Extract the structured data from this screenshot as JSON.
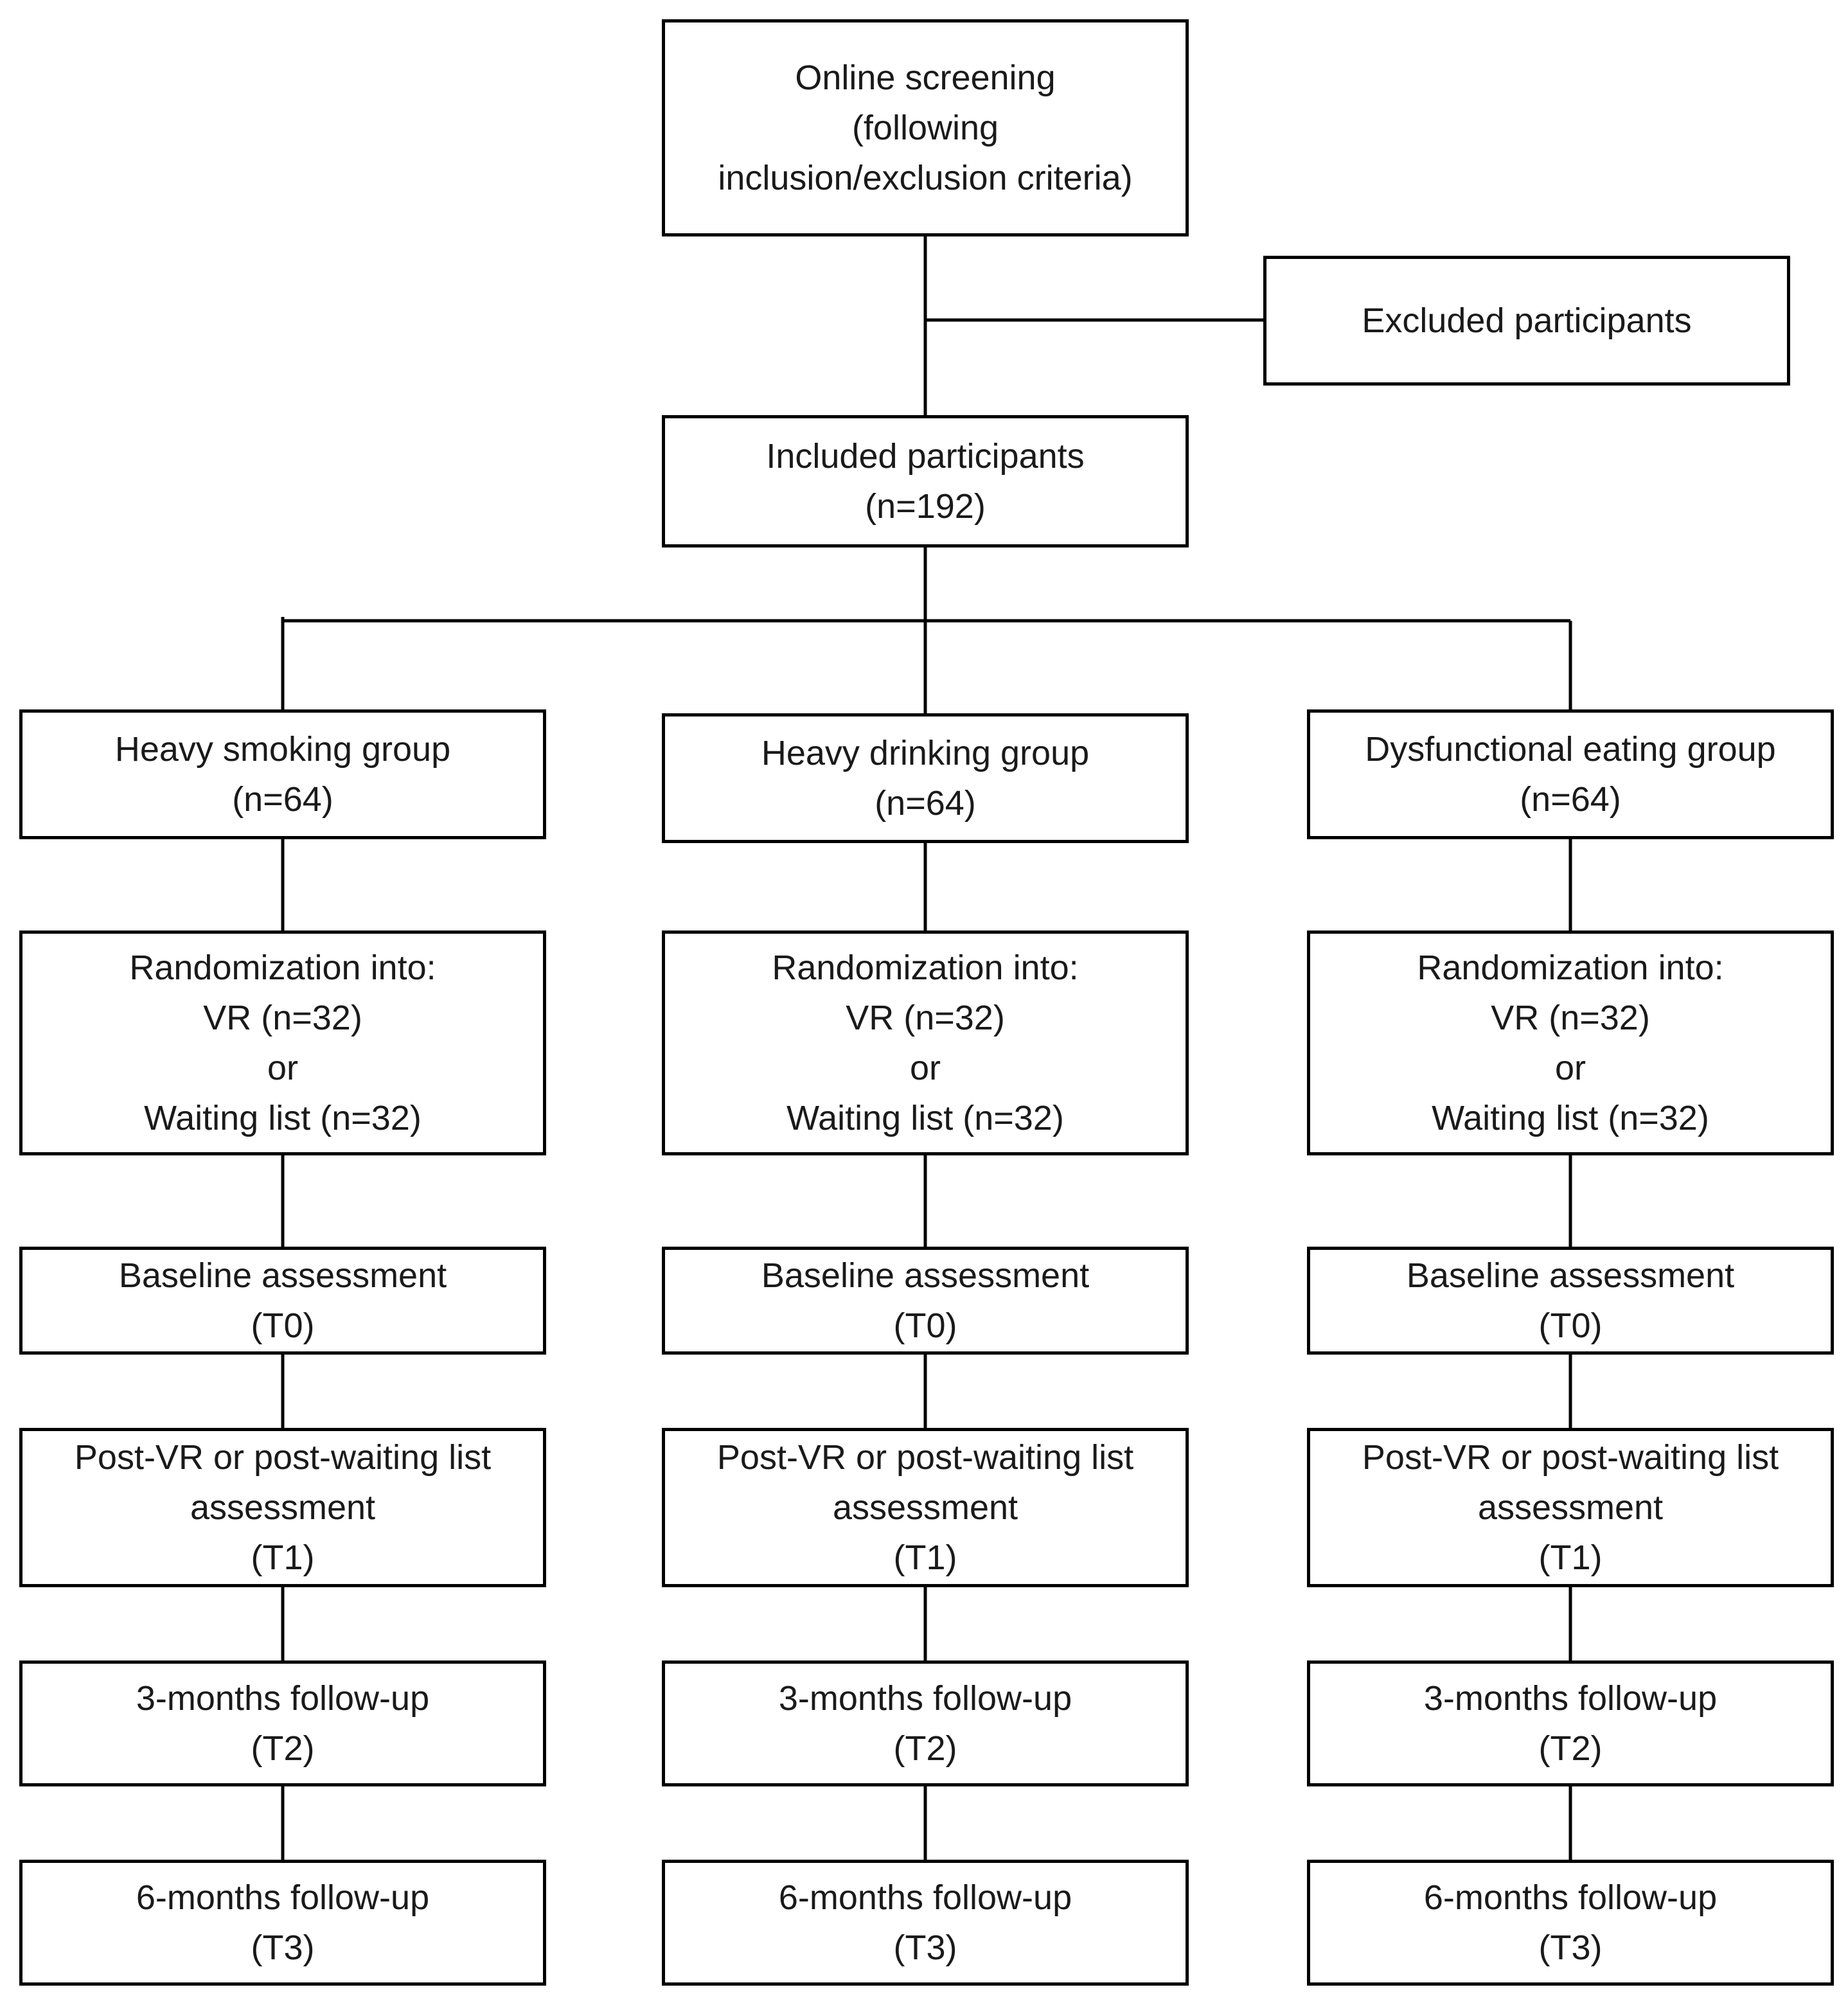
{
  "screening": {
    "lines": [
      "Online screening",
      "(following",
      "inclusion/exclusion criteria)"
    ]
  },
  "excluded": {
    "label": "Excluded participants"
  },
  "included": {
    "title": "Included participants",
    "count": "(n=192)"
  },
  "groups": [
    {
      "name": "Heavy smoking group",
      "count": "(n=64)",
      "randomization": [
        "Randomization into:",
        "VR (n=32)",
        "or",
        "Waiting list (n=32)"
      ],
      "baseline": [
        "Baseline assessment",
        "(T0)"
      ],
      "post": [
        "Post-VR or post-waiting list",
        "assessment",
        "(T1)"
      ],
      "followup3": [
        "3-months follow-up",
        "(T2)"
      ],
      "followup6": [
        "6-months follow-up",
        "(T3)"
      ]
    },
    {
      "name": "Heavy drinking group",
      "count": "(n=64)",
      "randomization": [
        "Randomization into:",
        "VR (n=32)",
        "or",
        "Waiting list (n=32)"
      ],
      "baseline": [
        "Baseline assessment",
        "(T0)"
      ],
      "post": [
        "Post-VR or post-waiting list",
        "assessment",
        "(T1)"
      ],
      "followup3": [
        "3-months follow-up",
        "(T2)"
      ],
      "followup6": [
        "6-months follow-up",
        "(T3)"
      ]
    },
    {
      "name": "Dysfunctional eating group",
      "count": "(n=64)",
      "randomization": [
        "Randomization into:",
        "VR (n=32)",
        "or",
        "Waiting list (n=32)"
      ],
      "baseline": [
        "Baseline assessment",
        "(T0)"
      ],
      "post": [
        "Post-VR or post-waiting list",
        "assessment",
        "(T1)"
      ],
      "followup3": [
        "3-months follow-up",
        "(T2)"
      ],
      "followup6": [
        "6-months follow-up",
        "(T3)"
      ]
    }
  ],
  "colors": {
    "stroke": "#000000",
    "fill": "#ffffff",
    "text": "#1a1a1a"
  }
}
